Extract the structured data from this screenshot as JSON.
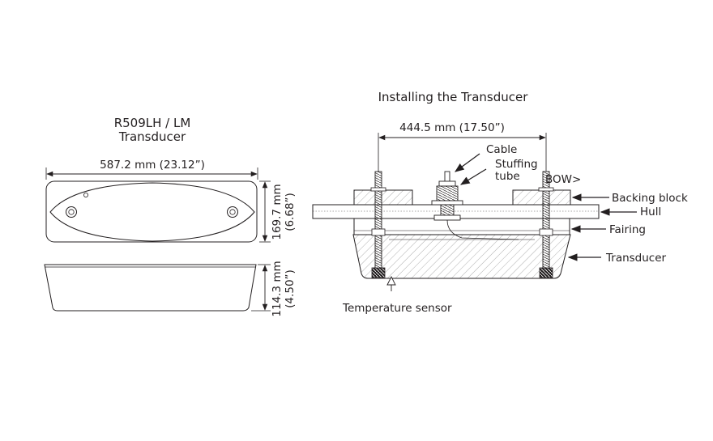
{
  "left": {
    "title_line1": "R509LH / LM",
    "title_line2": "Transducer",
    "length_dim": "587.2 mm (23.12”)",
    "width_dim_mm": "169.7 mm",
    "width_dim_in": "(6.68”)",
    "height_dim_mm": "114.3 mm",
    "height_dim_in": "(4.50”)"
  },
  "right": {
    "title": "Installing the Transducer",
    "bolt_spacing_dim": "444.5 mm (17.50”)",
    "cable": "Cable",
    "stuffing_line1": "Stuffing",
    "stuffing_line2": "tube",
    "bow": "BOW>",
    "backing_block": "Backing block",
    "hull": "Hull",
    "fairing": "Fairing",
    "transducer": "Transducer",
    "temperature_sensor": "Temperature sensor"
  },
  "colors": {
    "line": "#231f20",
    "fill_light": "#eeeeee",
    "hatch": "#9a9a9a"
  }
}
